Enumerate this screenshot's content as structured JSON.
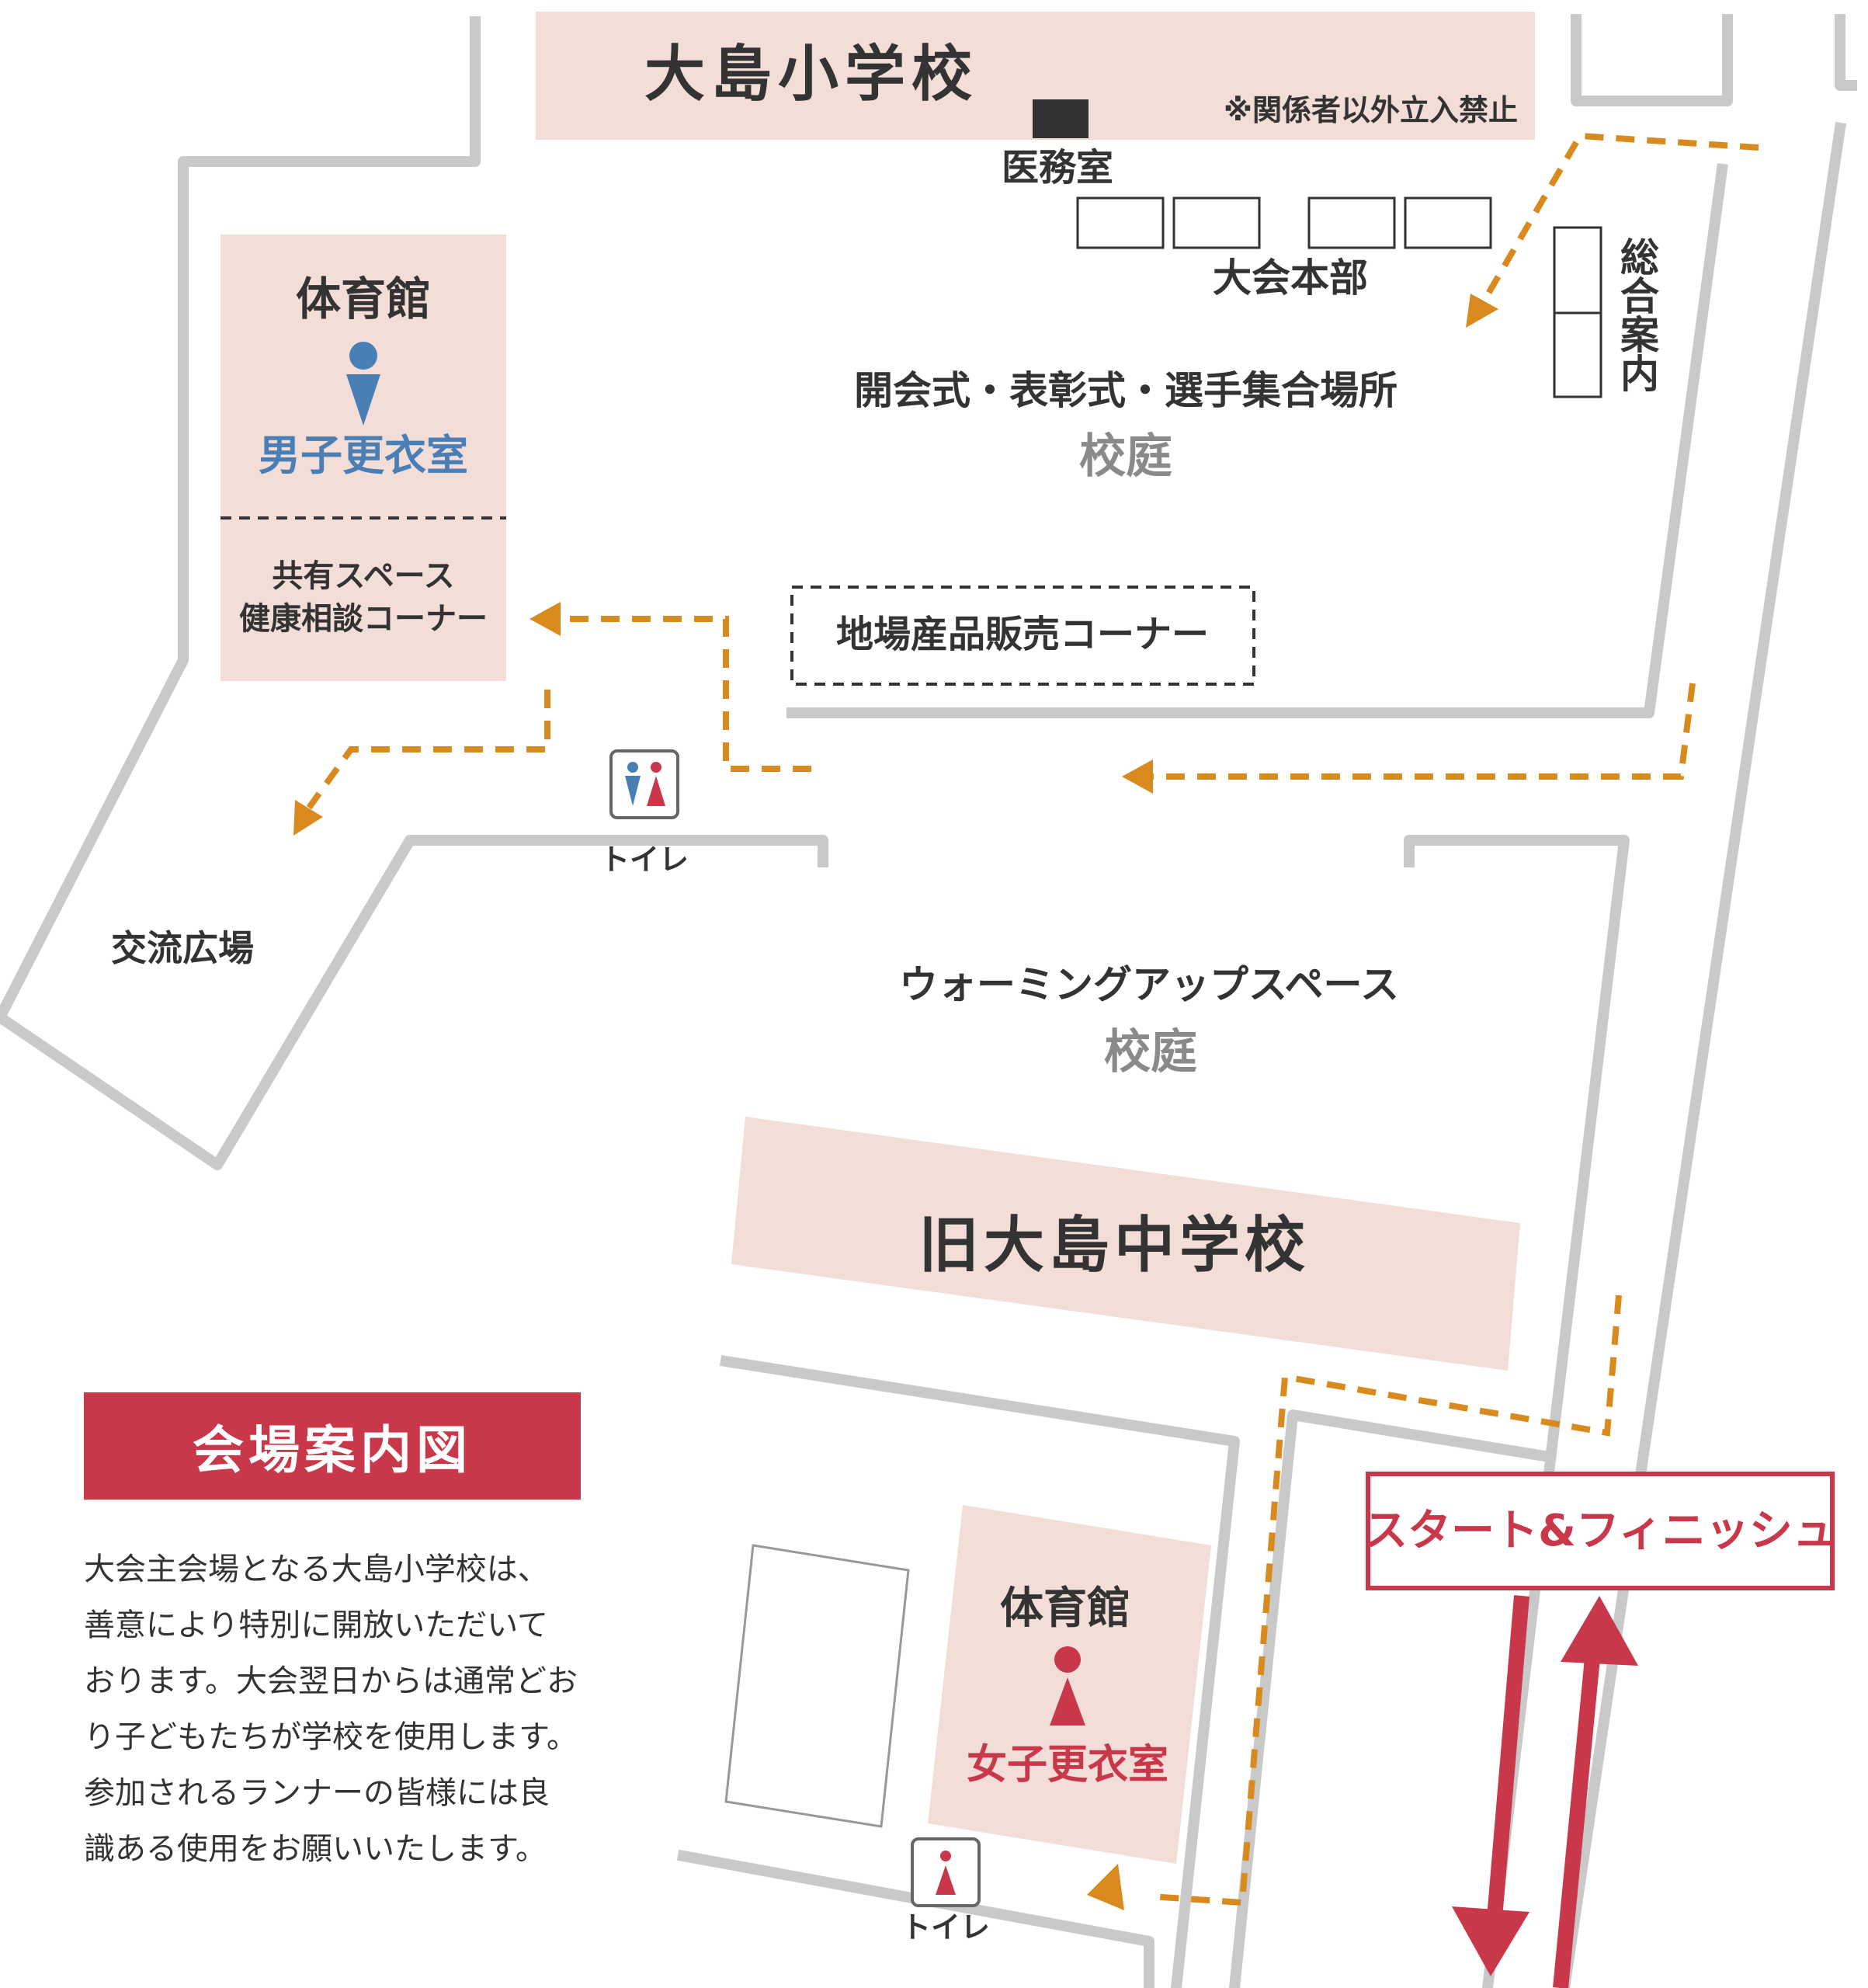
{
  "title": "会場案内図",
  "description_lines": [
    "大会主会場となる大島小学校は、",
    "善意により特別に開放いただいて",
    "おります。大会翌日からは通常どお",
    "り子どもたちが学校を使用します。",
    "参加されるランナーの皆様には良",
    "識ある使用をお願いいたします。"
  ],
  "places": {
    "elementary_school": "大島小学校",
    "staff_only_note": "※関係者以外立入禁止",
    "medical_room": "医務室",
    "headquarters": "大会本部",
    "information": "総合案内",
    "ceremony_area": "開会式・表彰式・選手集合場所",
    "schoolyard_north": "校庭",
    "local_products": "地場産品販売コーナー",
    "gym_north": "体育館",
    "mens_changing_room": "男子更衣室",
    "shared_space_1": "共有スペース",
    "shared_space_2": "健康相談コーナー",
    "exchange_plaza": "交流広場",
    "toilet_north": "トイレ",
    "warmup_space": "ウォーミングアップスペース",
    "schoolyard_south": "校庭",
    "former_junior_high": "旧大島中学校",
    "gym_south": "体育館",
    "womens_changing_room": "女子更衣室",
    "toilet_south": "トイレ",
    "start_finish": "スタート&フィニッシュ"
  },
  "icons": {
    "man": "man-icon",
    "woman": "woman-icon",
    "toilet": "toilet-icon",
    "medical_room_marker": "medical-room-marker-icon"
  },
  "colors": {
    "accent_red": "#c8374a",
    "route_orange": "#d98a1e",
    "building_pink": "#f2ddd7",
    "road_gray": "#c9c9c9",
    "men_blue": "#4a7fb5"
  }
}
